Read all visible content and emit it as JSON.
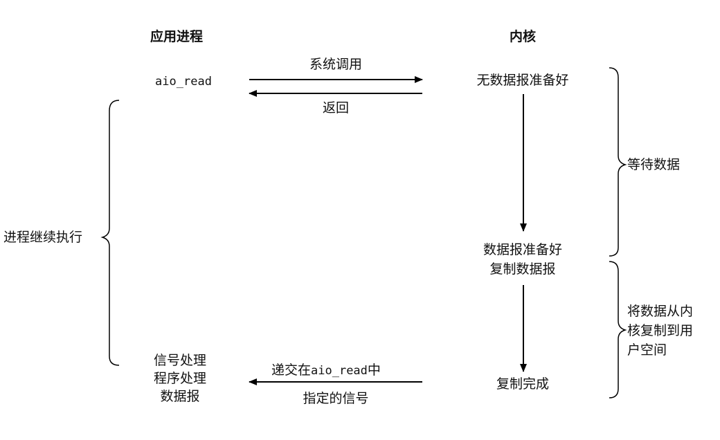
{
  "headers": {
    "app": "应用进程",
    "kernel": "内核"
  },
  "app_side": {
    "call": "aio_read",
    "continue": "进程继续执行",
    "handler_lines": [
      "信号处理",
      "程序处理",
      "数据报"
    ]
  },
  "arrows": {
    "syscall": "系统调用",
    "return": "返回",
    "deliver_prefix": "递交在",
    "deliver_code": "aio_read",
    "deliver_suffix": "中",
    "deliver_line2": "指定的信号"
  },
  "kernel_side": {
    "no_datagram": "无数据报准备好",
    "datagram_ready": "数据报准备好",
    "copy_datagram": "复制数据报",
    "copy_done": "复制完成"
  },
  "phases": {
    "wait": "等待数据",
    "copy_lines": [
      "将数据从内",
      "核复制到用",
      "户空间"
    ]
  }
}
